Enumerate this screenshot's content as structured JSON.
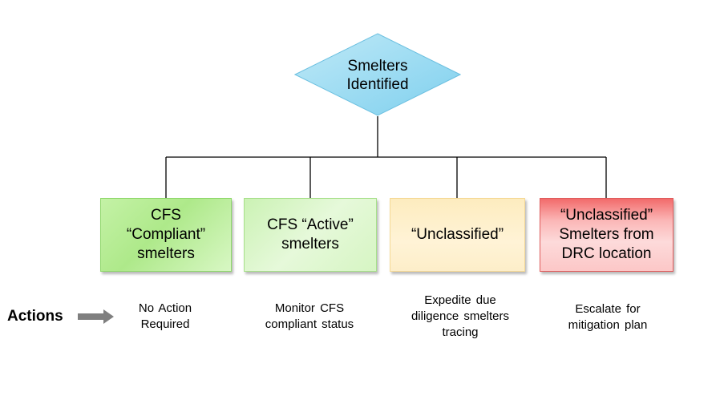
{
  "root": {
    "label": "Smelters\nIdentified",
    "fill_start": "#bfe9f7",
    "fill_end": "#7fd0ee",
    "stroke": "#6cc0e0"
  },
  "categories": [
    {
      "label": "CFS\n“Compliant”\nsmelters",
      "action": "No Action\nRequired",
      "color": "#aee98a"
    },
    {
      "label": "CFS “Active”\nsmelters",
      "action": "Monitor CFS\ncompliant status",
      "color": "#d6f5c3"
    },
    {
      "label": "“Unclassified”",
      "action": "Expedite due\ndiligence smelters\ntracing",
      "color": "#fdeec9"
    },
    {
      "label": "“Unclassified”\nSmelters from\nDRC location",
      "action": "Escalate for\nmitigation plan",
      "color": "#f26b6b"
    }
  ],
  "actions_label": "Actions",
  "arrow_color": "#7f7f7f"
}
